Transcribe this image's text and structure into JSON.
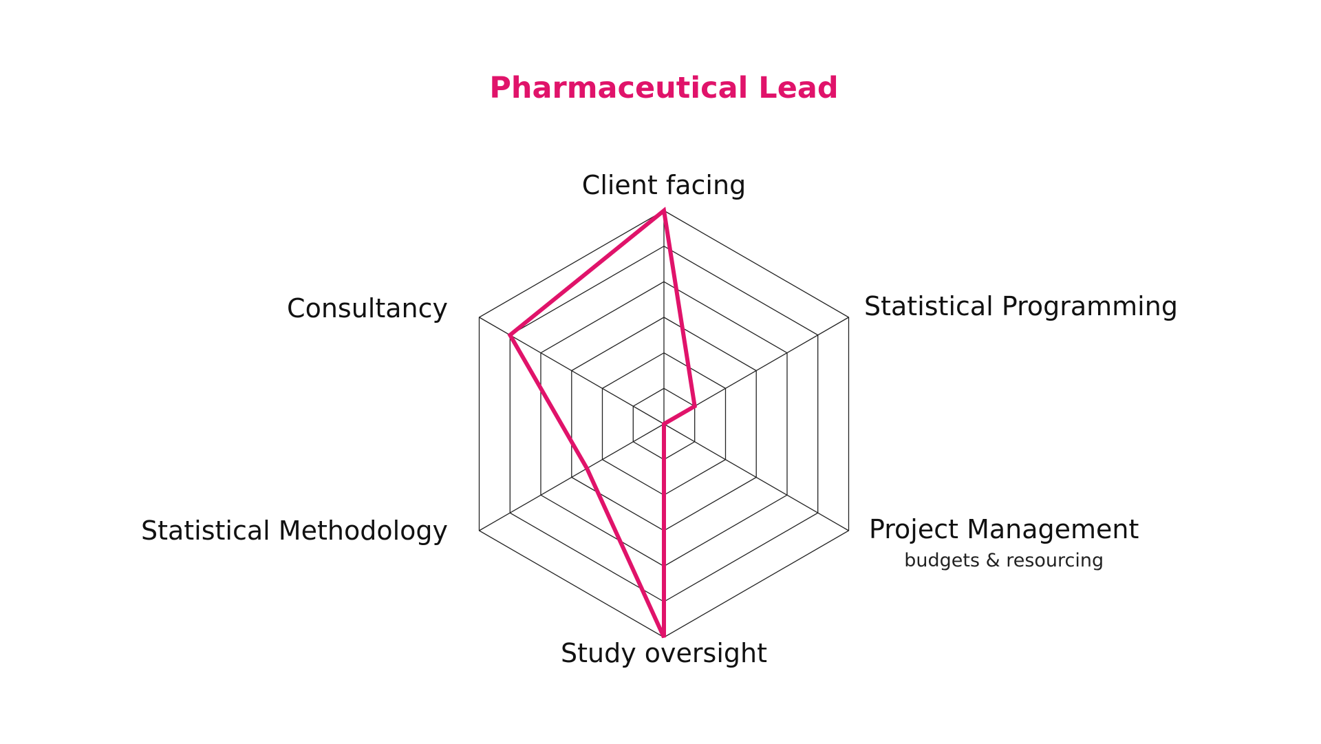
{
  "chart_data": {
    "type": "radar",
    "title": "Pharmaceutical Lead",
    "axes": [
      {
        "label": "Client facing",
        "sublabel": ""
      },
      {
        "label": "Statistical Programming",
        "sublabel": ""
      },
      {
        "label": "Project Management",
        "sublabel": "budgets & resourcing"
      },
      {
        "label": "Study oversight",
        "sublabel": ""
      },
      {
        "label": "Statistical Methodology",
        "sublabel": ""
      },
      {
        "label": "Consultancy",
        "sublabel": ""
      }
    ],
    "levels": 6,
    "range": [
      0,
      6
    ],
    "series": [
      {
        "values": [
          6,
          1,
          0,
          6,
          2.5,
          5
        ]
      }
    ],
    "colors": {
      "series": "#E0136A",
      "grid": "#222222",
      "title": "#E0136A"
    }
  }
}
